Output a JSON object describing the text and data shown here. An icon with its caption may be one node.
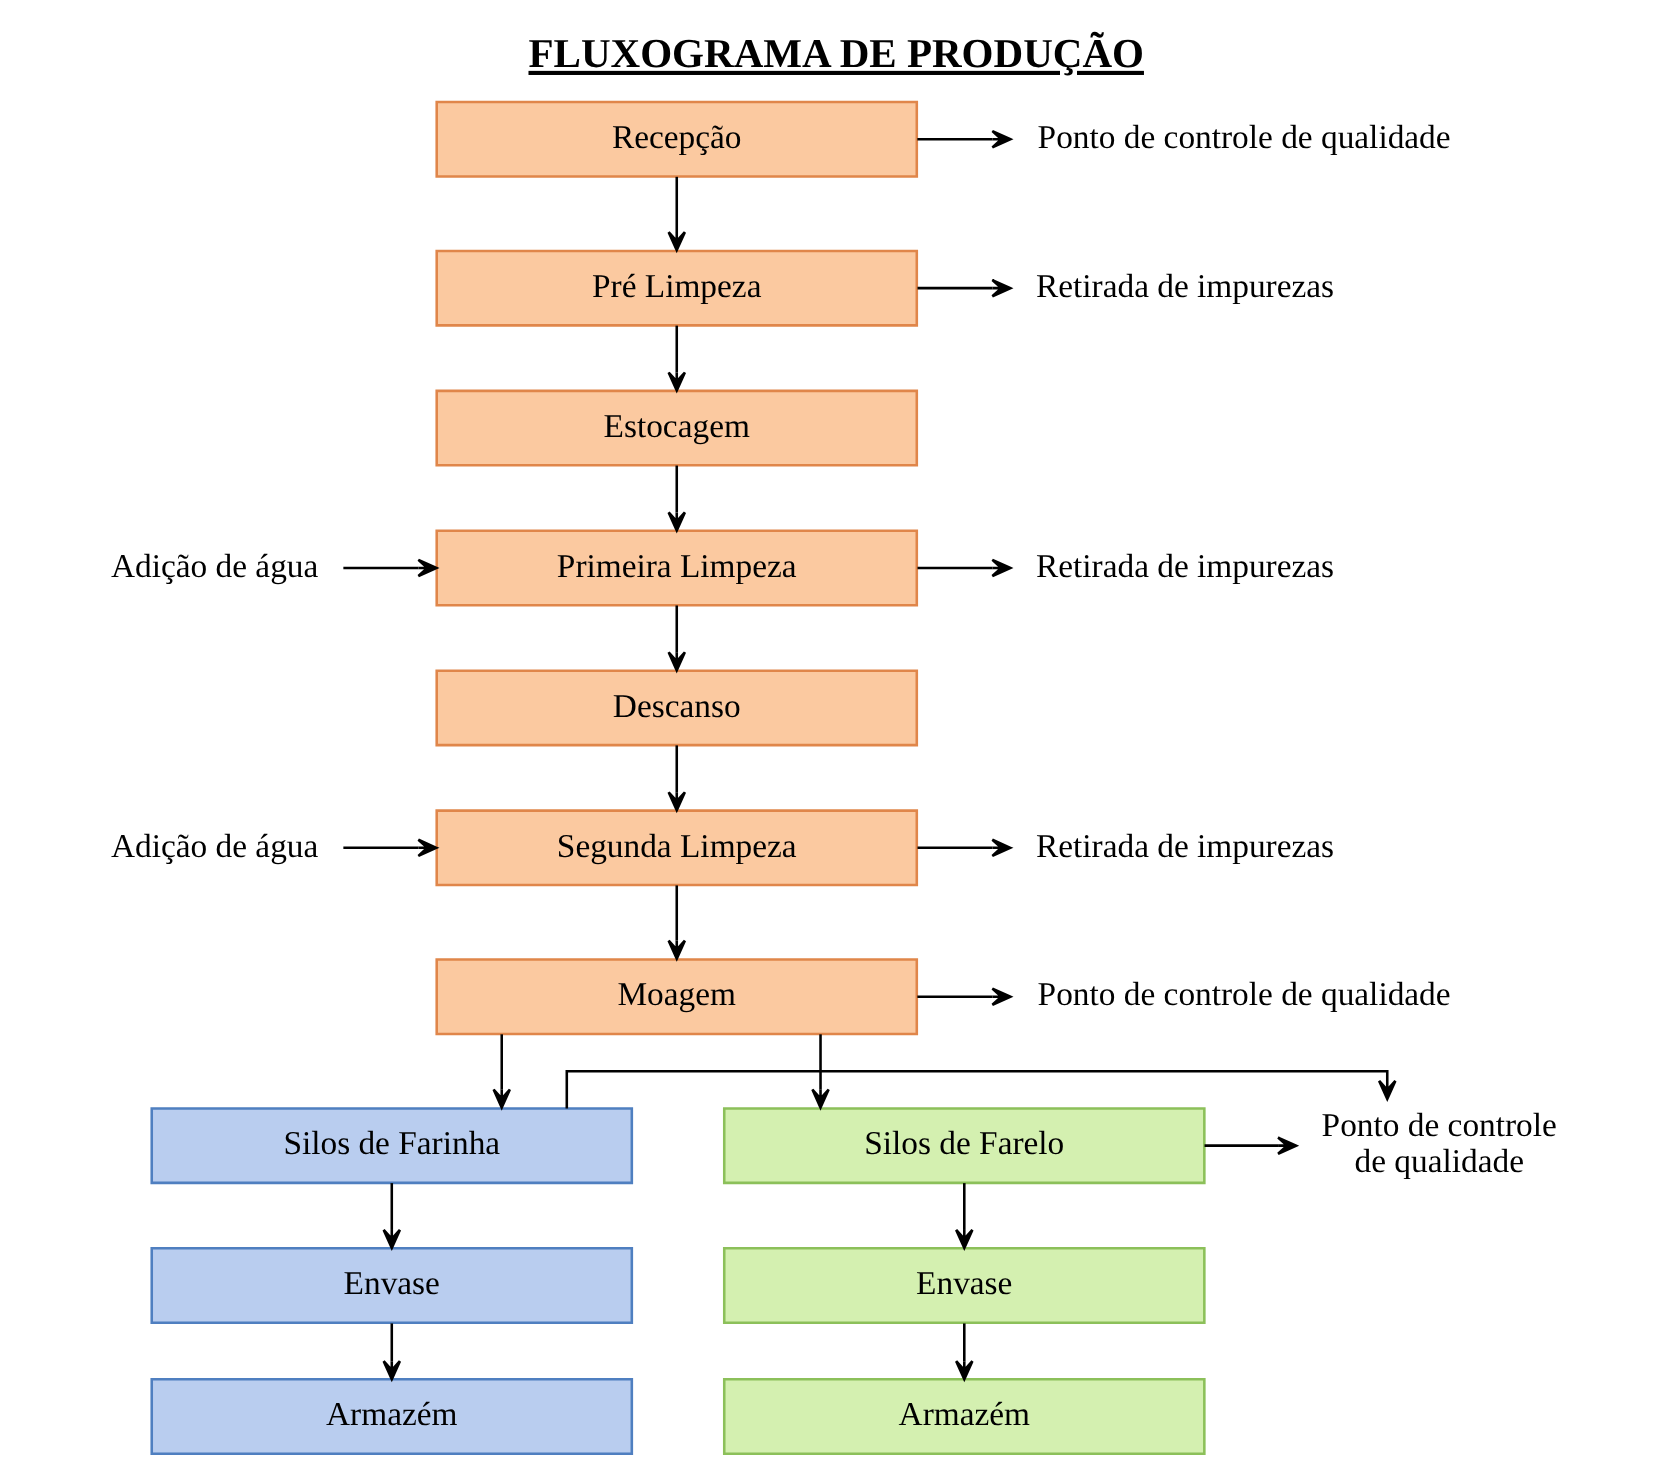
{
  "diagram": {
    "title": "FLUXOGRAMA DE PRODUÇÃO",
    "nodes": [
      {
        "text": [
          "Recepção"
        ]
      },
      {
        "text": [
          "Ponto de controle de qualidade"
        ]
      },
      {
        "text": [
          "Retirada de impurezas"
        ]
      },
      {
        "text": [
          "Pré Limpeza"
        ]
      },
      {
        "text": [
          "Estocagem"
        ]
      },
      {
        "text": [
          "Adição de água"
        ]
      },
      {
        "text": [
          "Primeira Limpeza"
        ]
      },
      {
        "text": [
          "Retirada de impurezas"
        ]
      },
      {
        "text": [
          "Descanso"
        ]
      },
      {
        "text": [
          "Adição de água"
        ]
      },
      {
        "text": [
          "Segunda Limpeza"
        ]
      },
      {
        "text": [
          "Retirada de impurezas"
        ]
      },
      {
        "text": [
          "Ponto de controle de qualidade"
        ]
      },
      {
        "text": [
          "Moagem"
        ]
      },
      {
        "text": [
          "Silos de Farinha"
        ]
      },
      {
        "text": [
          "Ponto de controle de qualidade"
        ]
      },
      {
        "text": [
          "Silos de Farelo"
        ]
      },
      {
        "text": [
          "Envase"
        ]
      },
      {
        "text": [
          "Envase"
        ]
      },
      {
        "text": [
          "Armazém"
        ]
      },
      {
        "text": [
          "Armazém"
        ]
      }
    ],
    "edges": [
      {
        "from": 0,
        "to": 1,
        "arrow": "to"
      },
      {
        "from": 0,
        "to": 3,
        "arrow": "to"
      },
      {
        "from": 3,
        "to": 2,
        "arrow": "to"
      },
      {
        "from": 3,
        "to": 4,
        "arrow": "to"
      },
      {
        "from": 4,
        "to": 6,
        "arrow": "to"
      },
      {
        "from": 5,
        "to": 6,
        "arrow": "to"
      },
      {
        "from": 6,
        "to": 7,
        "arrow": "to"
      },
      {
        "from": 6,
        "to": 8,
        "arrow": "to"
      },
      {
        "from": 8,
        "to": 10,
        "arrow": "to"
      },
      {
        "from": 9,
        "to": 10,
        "arrow": "to"
      },
      {
        "from": 10,
        "to": 11,
        "arrow": "to"
      },
      {
        "from": 10,
        "to": 13,
        "arrow": "to"
      },
      {
        "from": 13,
        "to": 12,
        "arrow": "to"
      },
      {
        "from": 13,
        "to": 14,
        "arrow": "to"
      },
      {
        "from": 13,
        "to": 16,
        "arrow": "to"
      },
      {
        "from": 14,
        "to": 15,
        "arrow": "to"
      },
      {
        "from": 16,
        "to": 15,
        "arrow": "to"
      },
      {
        "from": 14,
        "to": 17,
        "arrow": "to"
      },
      {
        "from": 17,
        "to": 19,
        "arrow": "to"
      },
      {
        "from": 16,
        "to": 18,
        "arrow": "to"
      },
      {
        "from": 18,
        "to": 20,
        "arrow": "to"
      }
    ]
  }
}
